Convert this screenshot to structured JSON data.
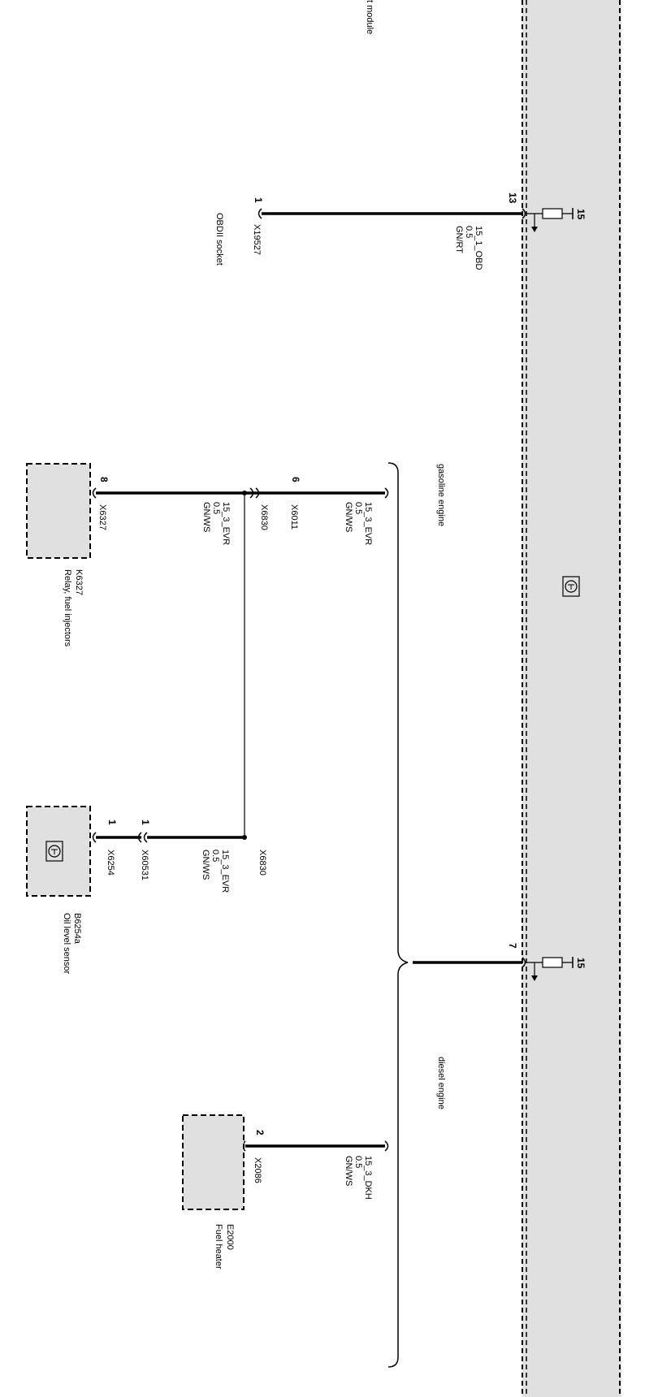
{
  "module_title_fragment": "t module",
  "ground_symbol": "ground-circle-icon",
  "terminal_15_top": "15",
  "terminal_15_bottom": "15",
  "module_pins": {
    "top": "13",
    "bottom": "7"
  },
  "obd": {
    "pin": "1",
    "connector": "X19527",
    "name": "OBDII socket",
    "wire_name": "15_1_OBD",
    "wire_size": "0.5",
    "wire_color": "GN/RT"
  },
  "gasoline_engine": {
    "label": "gasoline engine",
    "x6011_pin": "6",
    "x6011": "X6011",
    "wire_top": {
      "name": "15_3_EVR",
      "size": "0.5",
      "color": "GN/WS"
    },
    "splice_a": "X6830",
    "wire_relay": {
      "name": "15_3_EVR",
      "size": "0.5",
      "color": "GN/WS"
    },
    "relay_pin": "8",
    "relay_connector": "X6327",
    "relay_id": "K6327",
    "relay_name": "Relay, fuel injectors",
    "splice_b": "X6830",
    "wire_sensor": {
      "name": "15_3_EVR",
      "size": "0.5",
      "color": "GN/WS"
    },
    "x60531_pin": "1",
    "x60531": "X60531",
    "sensor_pin": "1",
    "sensor_connector": "X6254",
    "sensor_id": "B6254a",
    "sensor_name": "Oil level sensor"
  },
  "diesel_engine": {
    "label": "diesel engine",
    "wire": {
      "name": "15_3_DKH",
      "size": "0.5",
      "color": "GN/WS"
    },
    "heater_pin": "2",
    "heater_connector": "X2086",
    "heater_id": "E2000",
    "heater_name": "Fuel heater"
  },
  "colors": {
    "module_fill": "#e0e0e0",
    "component_fill": "#e0e0e0",
    "line": "#000000"
  }
}
